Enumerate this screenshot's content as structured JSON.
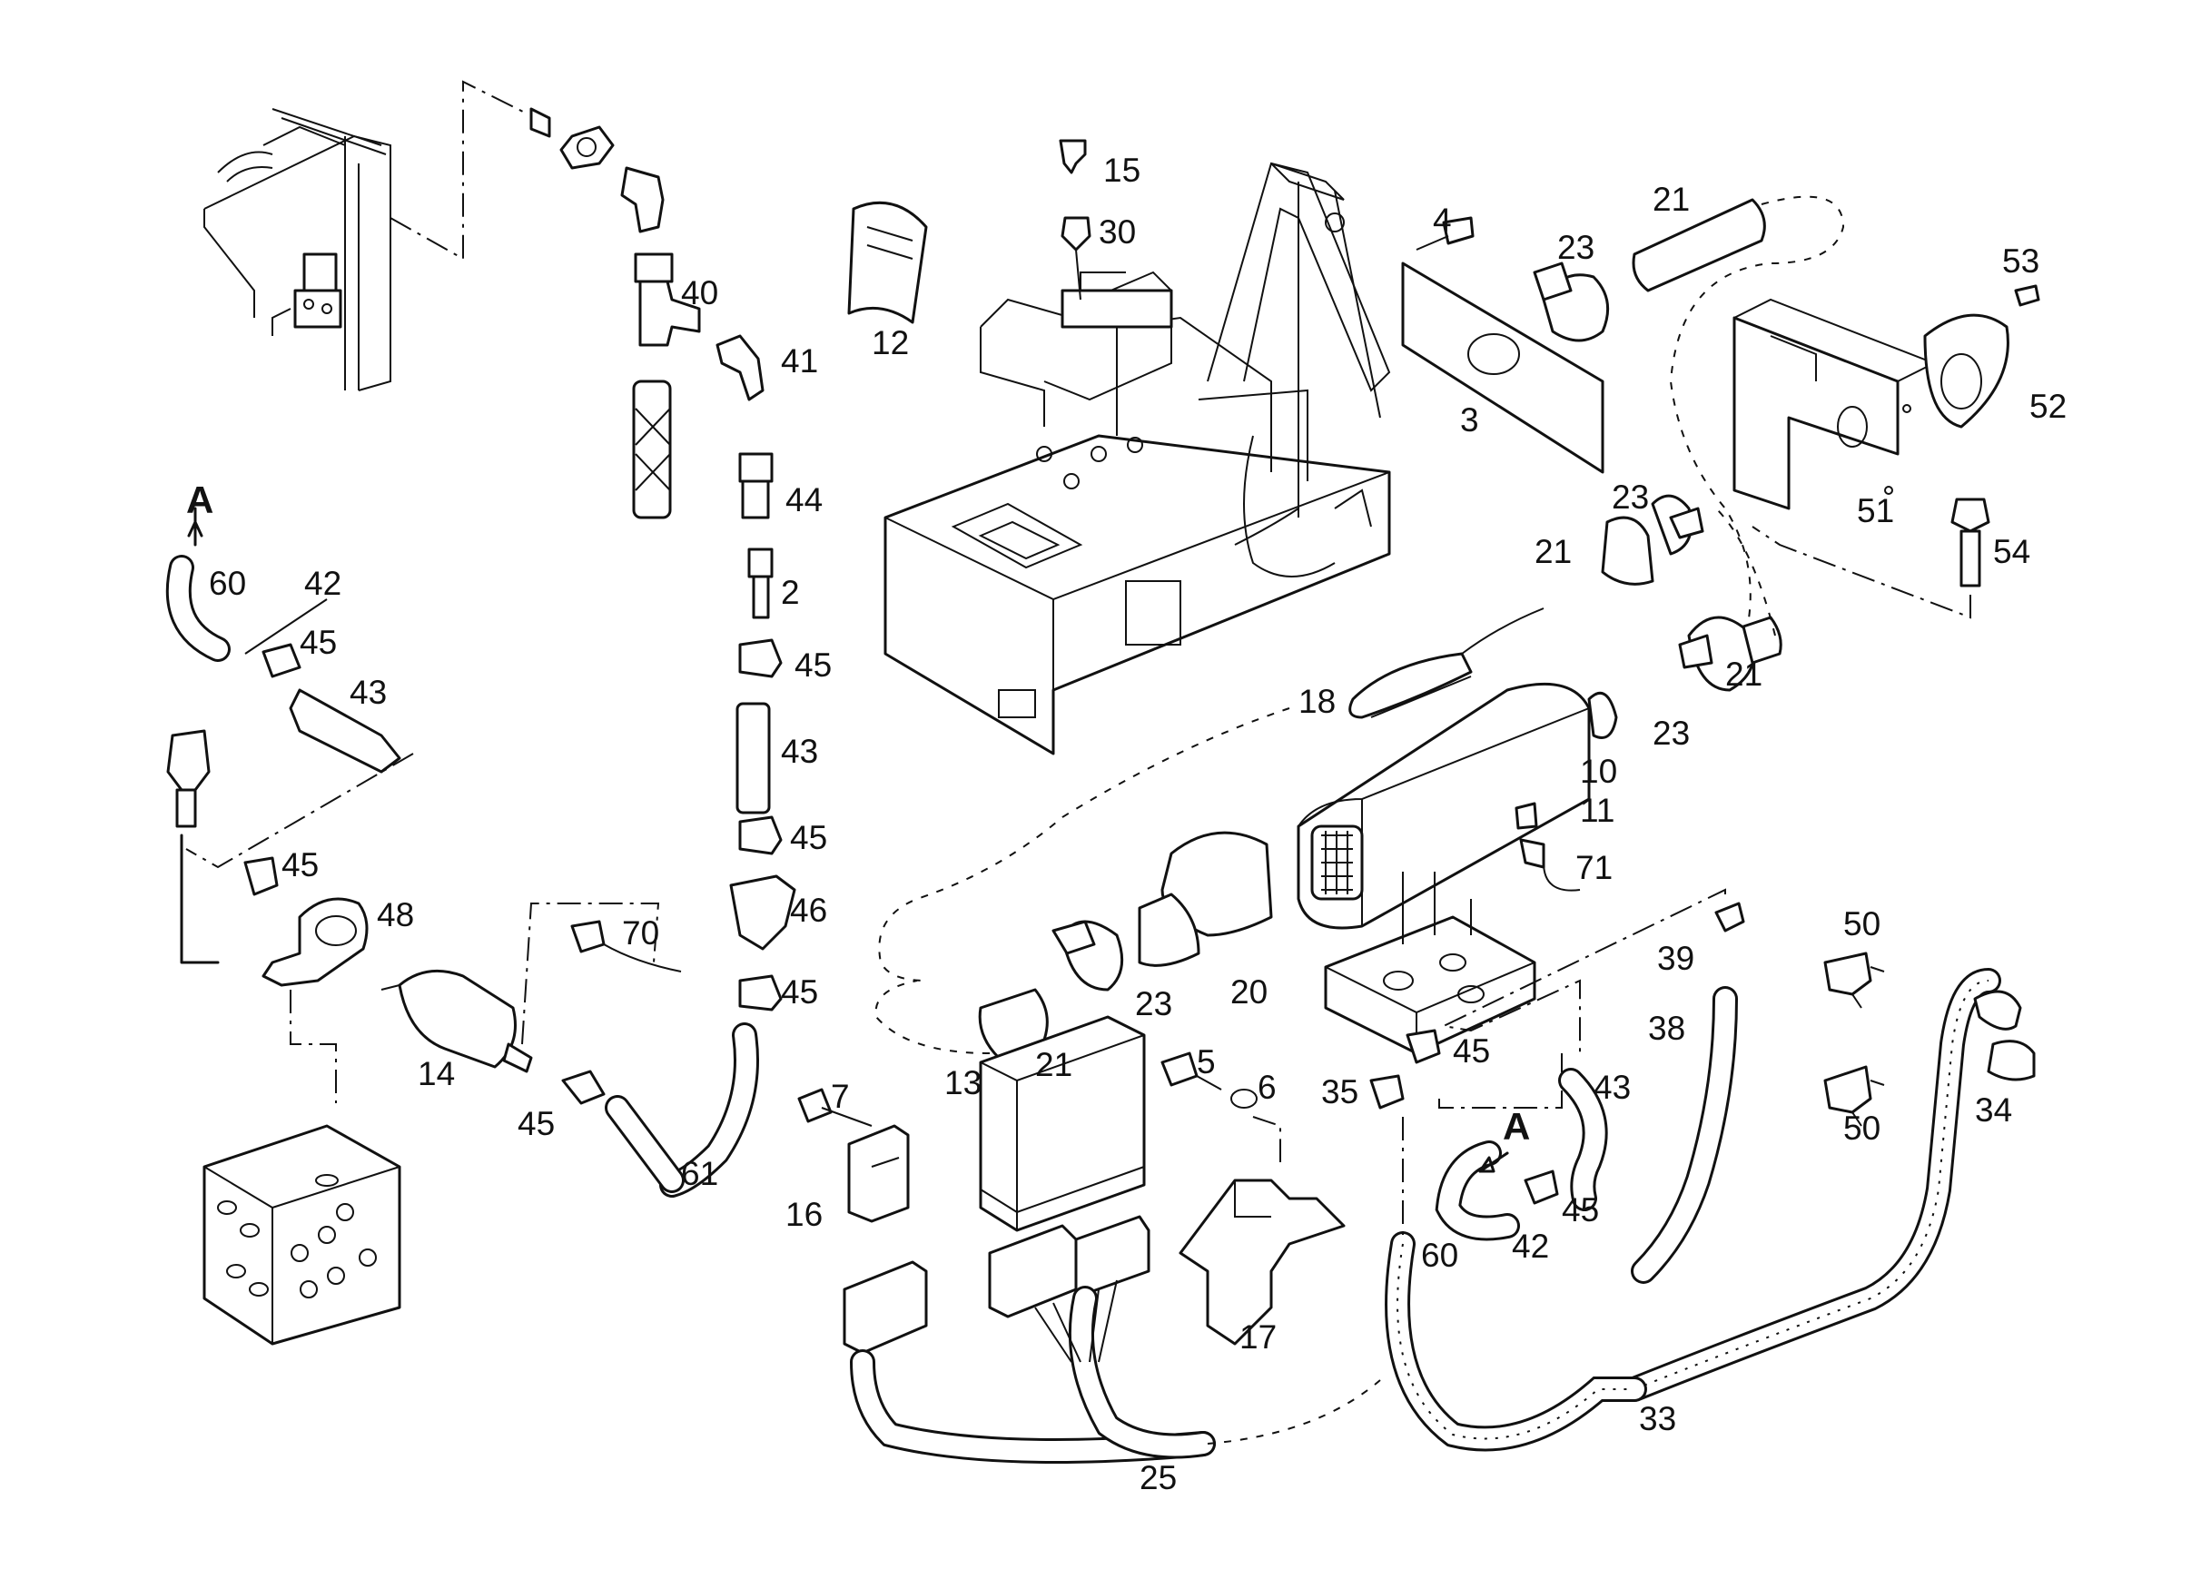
{
  "callouts": [
    {
      "id": "c15",
      "text": "15"
    },
    {
      "id": "c30",
      "text": "30"
    },
    {
      "id": "c12",
      "text": "12"
    },
    {
      "id": "c40",
      "text": "40"
    },
    {
      "id": "c41",
      "text": "41"
    },
    {
      "id": "c44",
      "text": "44"
    },
    {
      "id": "c2",
      "text": "2"
    },
    {
      "id": "c45a",
      "text": "45"
    },
    {
      "id": "c43a",
      "text": "43"
    },
    {
      "id": "c45b",
      "text": "45"
    },
    {
      "id": "c46",
      "text": "46"
    },
    {
      "id": "c45c",
      "text": "45"
    },
    {
      "id": "cA1",
      "text": "A"
    },
    {
      "id": "c60a",
      "text": "60"
    },
    {
      "id": "c42a",
      "text": "42"
    },
    {
      "id": "c45d",
      "text": "45"
    },
    {
      "id": "c43b",
      "text": "43"
    },
    {
      "id": "c45e",
      "text": "45"
    },
    {
      "id": "c48",
      "text": "48"
    },
    {
      "id": "c70",
      "text": "70"
    },
    {
      "id": "c14",
      "text": "14"
    },
    {
      "id": "c45f",
      "text": "45"
    },
    {
      "id": "c61",
      "text": "61"
    },
    {
      "id": "c4",
      "text": "4"
    },
    {
      "id": "c23a",
      "text": "23"
    },
    {
      "id": "c21a",
      "text": "21"
    },
    {
      "id": "c53",
      "text": "53"
    },
    {
      "id": "c3",
      "text": "3"
    },
    {
      "id": "c52",
      "text": "52"
    },
    {
      "id": "c23b",
      "text": "23"
    },
    {
      "id": "c51",
      "text": "51"
    },
    {
      "id": "c54",
      "text": "54"
    },
    {
      "id": "c21b",
      "text": "21"
    },
    {
      "id": "c21c",
      "text": "21"
    },
    {
      "id": "c23c",
      "text": "23"
    },
    {
      "id": "c18",
      "text": "18"
    },
    {
      "id": "c10",
      "text": "10"
    },
    {
      "id": "c11",
      "text": "11"
    },
    {
      "id": "c71",
      "text": "71"
    },
    {
      "id": "c20",
      "text": "20"
    },
    {
      "id": "c23d",
      "text": "23"
    },
    {
      "id": "c21d",
      "text": "21"
    },
    {
      "id": "c39",
      "text": "39"
    },
    {
      "id": "c38",
      "text": "38"
    },
    {
      "id": "c50a",
      "text": "50"
    },
    {
      "id": "c50b",
      "text": "50"
    },
    {
      "id": "c34",
      "text": "34"
    },
    {
      "id": "c45g",
      "text": "45"
    },
    {
      "id": "c35",
      "text": "35"
    },
    {
      "id": "c43c",
      "text": "43"
    },
    {
      "id": "cA2",
      "text": "A"
    },
    {
      "id": "c45h",
      "text": "45"
    },
    {
      "id": "c42b",
      "text": "42"
    },
    {
      "id": "c60b",
      "text": "60"
    },
    {
      "id": "c13",
      "text": "13"
    },
    {
      "id": "c7",
      "text": "7"
    },
    {
      "id": "c5",
      "text": "5"
    },
    {
      "id": "c6",
      "text": "6"
    },
    {
      "id": "c16",
      "text": "16"
    },
    {
      "id": "c17",
      "text": "17"
    },
    {
      "id": "c33",
      "text": "33"
    },
    {
      "id": "c25",
      "text": "25"
    }
  ]
}
